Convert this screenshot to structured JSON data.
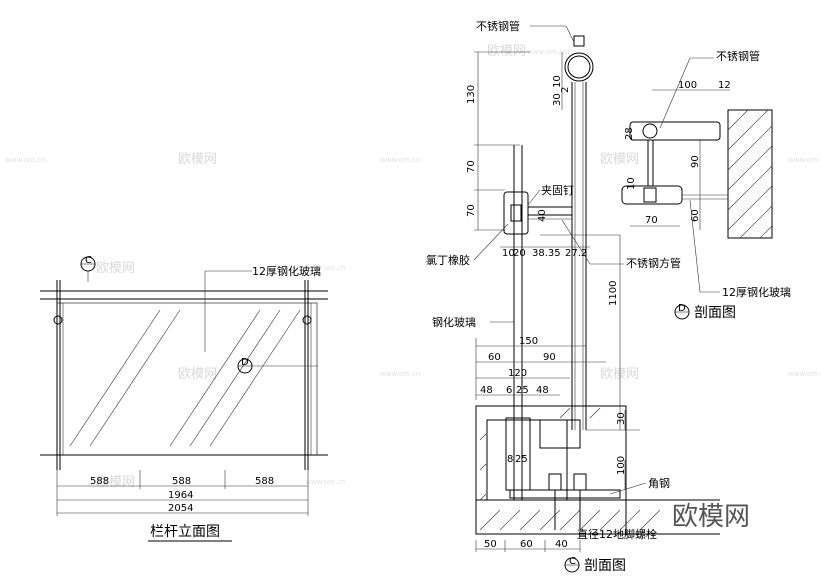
{
  "watermark": {
    "brand": "欧模网",
    "url": "www.om.cn"
  },
  "elevation": {
    "title": "栏杆立面图",
    "section_mark_letter": "C",
    "detail_mark_letter": "D",
    "glass_label": "12厚钢化玻璃",
    "dims": {
      "spans": [
        "588",
        "588",
        "588"
      ],
      "mid": "1964",
      "total": "2054"
    }
  },
  "section_c": {
    "title": "剖面图",
    "mark_letter": "C",
    "labels": {
      "top_rail": "不锈钢管",
      "clamp_screw": "夹固钉",
      "rubber": "氯丁橡胶",
      "square_tube": "不锈钢方管",
      "glass": "钢化玻璃",
      "angle": "角钢",
      "bolt": "直径12地脚螺栓"
    },
    "dims_vertical": [
      "130",
      "70",
      "70",
      "1100",
      "30",
      "100"
    ],
    "dims_head": [
      "30",
      "10",
      "2"
    ],
    "dims_clamp": [
      "10",
      "20",
      "38.35",
      "27.2",
      "40"
    ],
    "dims_horizontal": {
      "row1": [
        "150"
      ],
      "row2": [
        "60",
        "90"
      ],
      "row3": [
        "120"
      ],
      "row4": [
        "48",
        "6",
        "25",
        "48"
      ],
      "bottom": [
        "50",
        "60",
        "40"
      ]
    },
    "small_dims": [
      "8",
      "25"
    ]
  },
  "section_d": {
    "title": "剖面图",
    "mark_letter": "D",
    "labels": {
      "pipe": "不锈钢管",
      "glass": "12厚钢化玻璃"
    },
    "dims": [
      "100",
      "12",
      "28",
      "90",
      "60",
      "70",
      "10"
    ]
  }
}
